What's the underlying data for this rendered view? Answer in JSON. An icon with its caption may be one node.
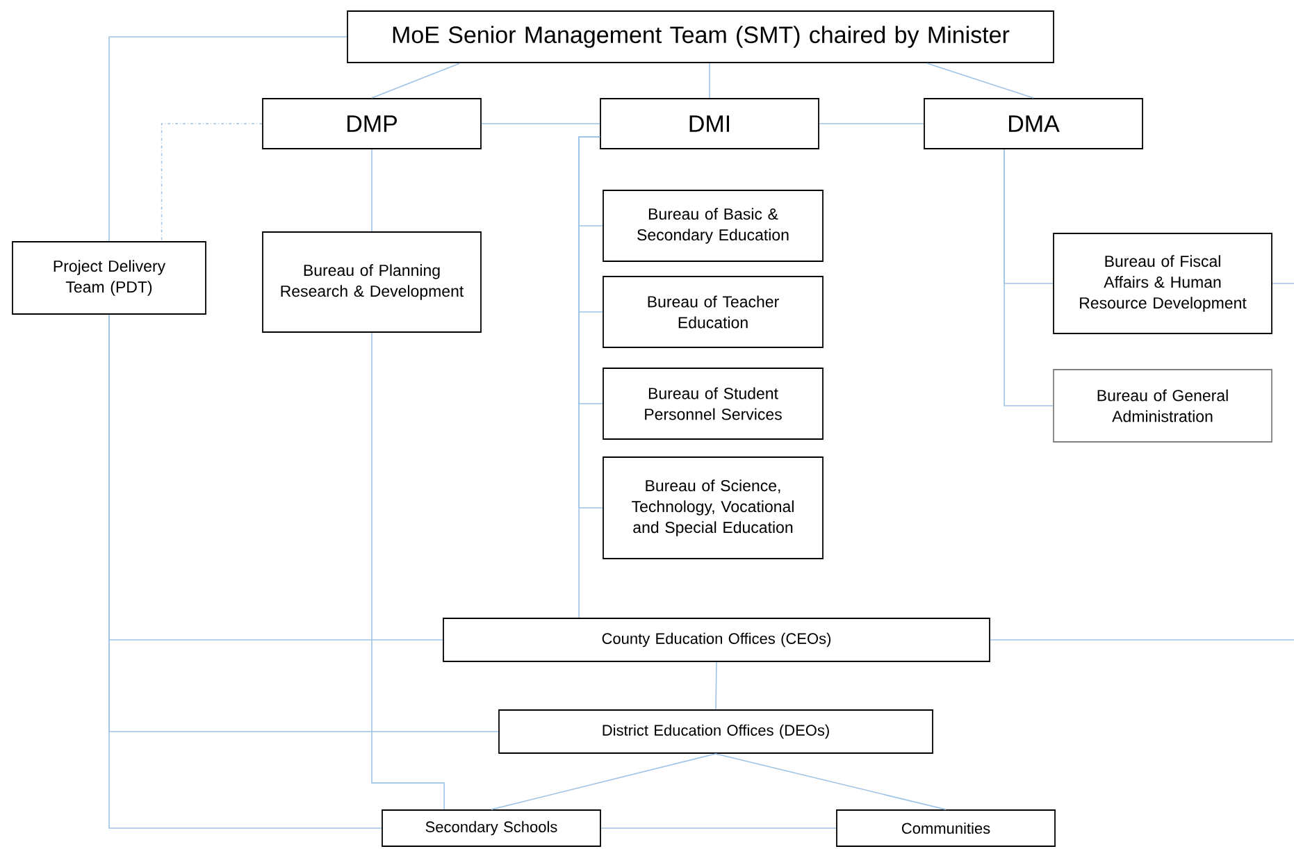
{
  "diagram": {
    "nodes": [
      {
        "text": [
          "MoE Senior Management Team (SMT) chaired by Minister"
        ]
      },
      {
        "text": [
          "DMP"
        ]
      },
      {
        "text": [
          "DMI"
        ]
      },
      {
        "text": [
          "DMA"
        ]
      },
      {
        "text": [
          "Project Delivery Team (PDT)"
        ]
      },
      {
        "text": [
          "Bureau of Planning Research & Development"
        ]
      },
      {
        "text": [
          "Bureau of Basic & Secondary Education"
        ]
      },
      {
        "text": [
          "Bureau of Teacher Education"
        ]
      },
      {
        "text": [
          "Bureau of Student Personnel Services"
        ]
      },
      {
        "text": [
          "Bureau of Science, Technology, Vocational and Special Education"
        ]
      },
      {
        "text": [
          "Bureau of Fiscal Affairs & Human Resource Development"
        ]
      },
      {
        "text": [
          "Bureau of General Administration"
        ]
      },
      {
        "text": [
          "County Education Offices (CEOs)"
        ]
      },
      {
        "text": [
          "District Education Offices (DEOs)"
        ]
      },
      {
        "text": [
          "Secondary Schools"
        ]
      },
      {
        "text": [
          "Communities"
        ]
      }
    ],
    "edges": [
      {
        "from": 0,
        "to": 1,
        "arrow": "none"
      },
      {
        "from": 0,
        "to": 2,
        "arrow": "none"
      },
      {
        "from": 0,
        "to": 3,
        "arrow": "none"
      },
      {
        "from": 0,
        "to": 4,
        "arrow": "none"
      },
      {
        "from": 1,
        "to": 4,
        "arrow": "none",
        "style": "dashed"
      },
      {
        "from": 1,
        "to": 2,
        "arrow": "none"
      },
      {
        "from": 2,
        "to": 3,
        "arrow": "none"
      },
      {
        "from": 1,
        "to": 5,
        "arrow": "none"
      },
      {
        "from": 2,
        "to": 6,
        "arrow": "none"
      },
      {
        "from": 2,
        "to": 7,
        "arrow": "none"
      },
      {
        "from": 2,
        "to": 8,
        "arrow": "none"
      },
      {
        "from": 2,
        "to": 9,
        "arrow": "none"
      },
      {
        "from": 2,
        "to": 12,
        "arrow": "none"
      },
      {
        "from": 3,
        "to": 10,
        "arrow": "none"
      },
      {
        "from": 3,
        "to": 11,
        "arrow": "none"
      },
      {
        "from": 10,
        "to": null,
        "arrow": "none"
      },
      {
        "from": 12,
        "to": null,
        "arrow": "none"
      },
      {
        "from": 4,
        "to": 12,
        "arrow": "none"
      },
      {
        "from": 4,
        "to": 13,
        "arrow": "none"
      },
      {
        "from": 4,
        "to": 14,
        "arrow": "none"
      },
      {
        "from": 5,
        "to": 14,
        "arrow": "none"
      },
      {
        "from": 12,
        "to": 13,
        "arrow": "none"
      },
      {
        "from": 13,
        "to": 14,
        "arrow": "none"
      },
      {
        "from": 13,
        "to": 15,
        "arrow": "none"
      },
      {
        "from": 14,
        "to": 15,
        "arrow": "none"
      }
    ]
  }
}
